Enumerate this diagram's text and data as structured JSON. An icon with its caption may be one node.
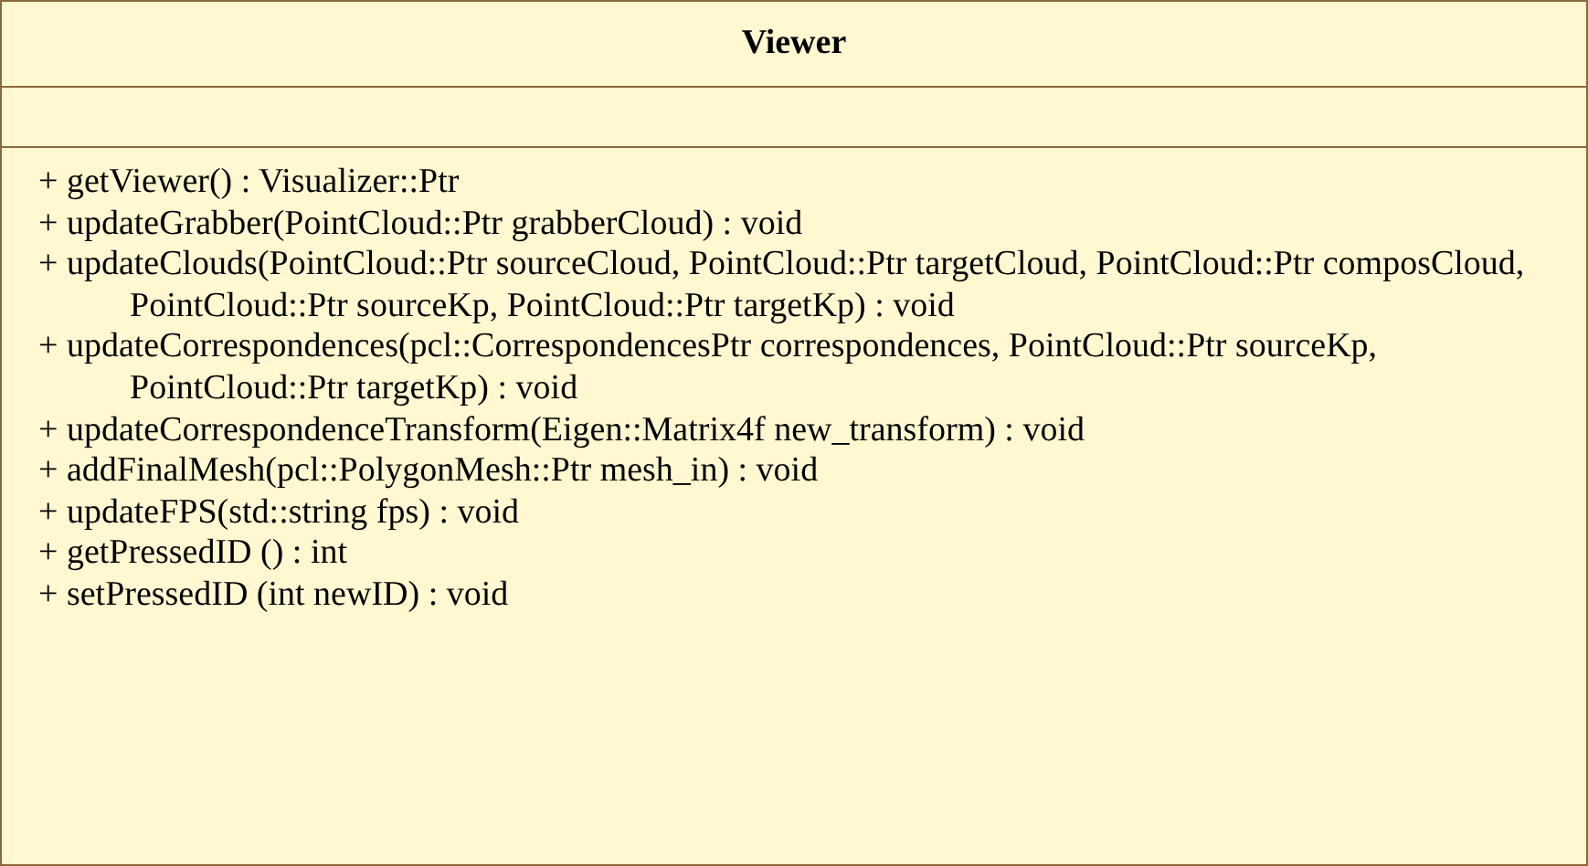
{
  "diagram": {
    "nodes": [
      {
        "text": [
          "Viewer",
          "+ getViewer() : Visualizer::Ptr",
          "+ updateGrabber(PointCloud::Ptr grabberCloud) : void",
          "+ updateClouds(PointCloud::Ptr sourceCloud, PointCloud::Ptr targetCloud, PointCloud::Ptr composCloud, PointCloud::Ptr sourceKp, PointCloud::Ptr targetKp) : void",
          "+ updateCorrespondences(pcl::CorrespondencesPtr correspondences, PointCloud::Ptr sourceKp, PointCloud::Ptr targetKp) : void",
          "+ updateCorrespondenceTransform(Eigen::Matrix4f new_transform) : void",
          "+ addFinalMesh(pcl::PolygonMesh::Ptr mesh_in) : void",
          "+ updateFPS(std::string fps) : void",
          "+ getPressedID () : int",
          "+ setPressedID (int newID) : void"
        ]
      }
    ]
  }
}
